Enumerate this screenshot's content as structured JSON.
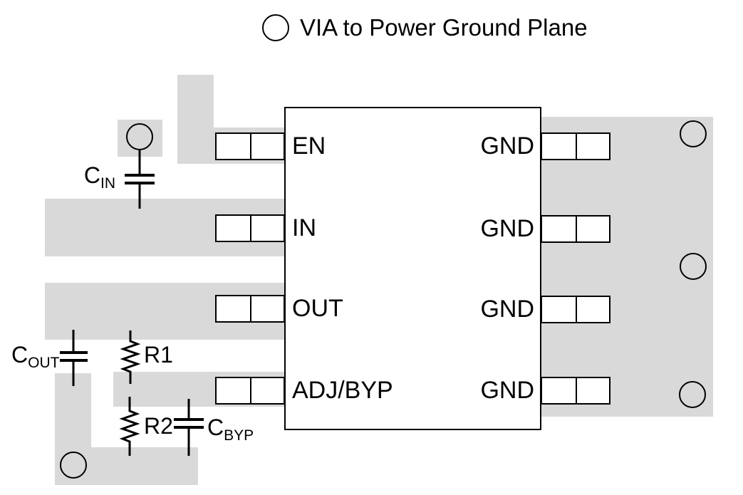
{
  "legend": {
    "label": "VIA to Power Ground Plane"
  },
  "colors": {
    "copper_plane": "#d9d9d9",
    "outline": "#000000",
    "background": "#ffffff"
  },
  "ic": {
    "left_pins": [
      {
        "name": "EN"
      },
      {
        "name": "IN"
      },
      {
        "name": "OUT"
      },
      {
        "name": "ADJ/BYP"
      }
    ],
    "right_pins": [
      {
        "name": "GND"
      },
      {
        "name": "GND"
      },
      {
        "name": "GND"
      },
      {
        "name": "GND"
      }
    ]
  },
  "components": {
    "cin": {
      "base": "C",
      "sub": "IN"
    },
    "cout": {
      "base": "C",
      "sub": "OUT"
    },
    "r1": {
      "label": "R1"
    },
    "r2": {
      "label": "R2"
    },
    "cbyp": {
      "base": "C",
      "sub": "BYP"
    }
  }
}
